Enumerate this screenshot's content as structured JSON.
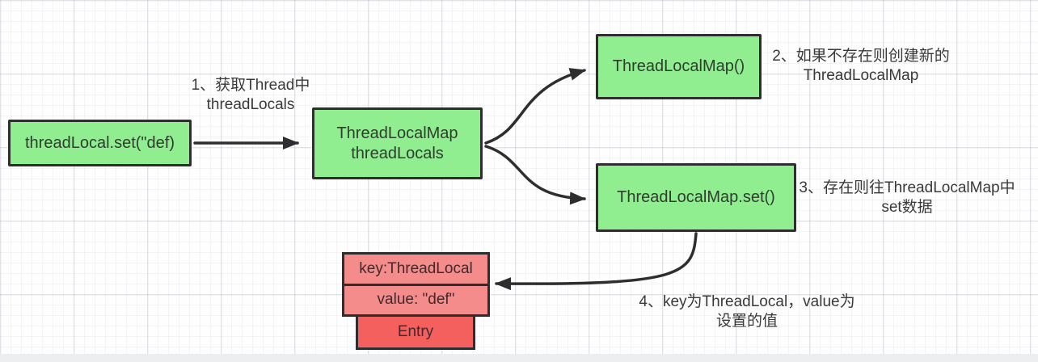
{
  "nodes": {
    "set_call": {
      "label": "threadLocal.set(\"def)"
    },
    "thread_locals": {
      "line1": "ThreadLocalMap",
      "line2": "threadLocals"
    },
    "new_map": {
      "label": "ThreadLocalMap()"
    },
    "map_set": {
      "label": "ThreadLocalMap.set()"
    },
    "entry": {
      "key": "key:ThreadLocal",
      "value": "value: \"def\"",
      "label": "Entry"
    }
  },
  "annotations": {
    "step1": {
      "line1": "1、获取Thread中",
      "line2": "threadLocals"
    },
    "step2": {
      "line1": "2、如果不存在则创建新的",
      "line2": "ThreadLocalMap"
    },
    "step3": {
      "line1": "3、存在则往ThreadLocalMap中",
      "line2": "set数据"
    },
    "step4": {
      "line1": "4、key为ThreadLocal，value为",
      "line2": "设置的值"
    }
  },
  "colors": {
    "node_fill": "#90EE90",
    "entry_row_fill": "#F58C8C",
    "entry_fill": "#F4605E",
    "border": "#2E2E2E",
    "arrow": "#2E2E2E",
    "annotation_text": "#3A3A3A"
  }
}
